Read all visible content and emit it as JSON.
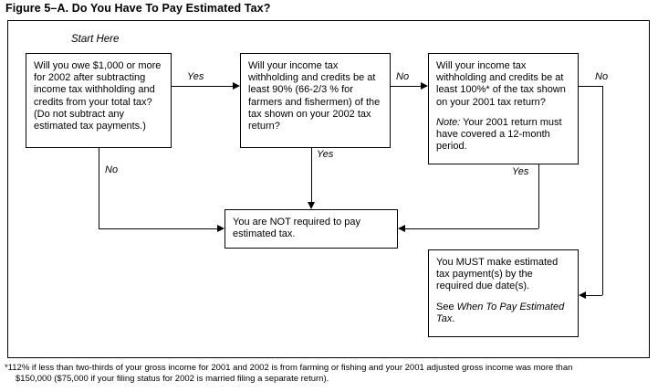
{
  "figure": {
    "title": "Figure 5–A. Do You Have To Pay Estimated Tax?"
  },
  "start_label": "Start Here",
  "boxes": {
    "q1": {
      "text": "Will you owe $1,000 or more for 2002 after subtracting income tax withholding and credits from your total tax? (Do not subtract any estimated tax payments.)"
    },
    "q2": {
      "text": "Will your income tax withholding and credits be at least 90% (66-2/3 % for farmers and fishermen) of the tax shown on your 2002 tax return?"
    },
    "q3_line1": "Will your income tax withholding and credits be at least 100%* of the tax shown on your 2001 tax return?",
    "q3_note_label": "Note:",
    "q3_note_text": " Your 2001 return must have covered a 12-month period.",
    "not_required": {
      "text": "You are NOT required to pay estimated tax."
    },
    "must_pay_line1": "You MUST make estimated tax payment(s) by the required due date(s).",
    "must_pay_line2_lead": "See ",
    "must_pay_line2_ital": "When To Pay Estimated Tax",
    "must_pay_line2_end": "."
  },
  "labels": {
    "yes1": "Yes",
    "no1": "No",
    "no2": "No",
    "yes2": "Yes",
    "no3": "No",
    "yes3": "Yes"
  },
  "footnote": {
    "line1": "*112% if less than two-thirds of your gross income for 2001 and 2002 is from farming or fishing and your 2001 adjusted gross income was more than",
    "line2": "$150,000 ($75,000 if your filing status for 2002 is married filing a separate return)."
  },
  "colors": {
    "ink": "#000000",
    "paper": "#ffffff"
  }
}
